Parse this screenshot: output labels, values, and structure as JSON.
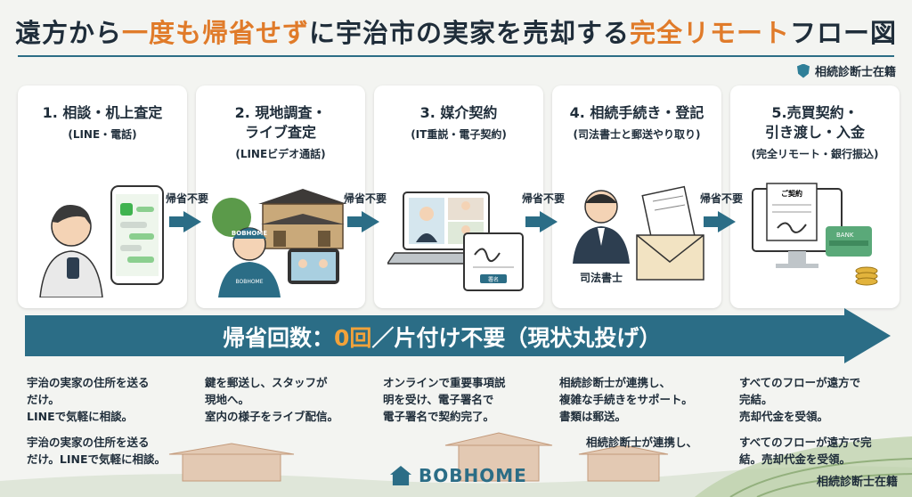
{
  "title": {
    "part1": "遠方から",
    "highlight1": "一度も帰省せず",
    "part2": "に宇治市の実家を売却する",
    "highlight2": "完全リモート",
    "part3": "フロー図"
  },
  "badge": "相続診断士在籍",
  "steps": [
    {
      "title": "1. 相談・机上査定",
      "sub": "(LINE・電話)"
    },
    {
      "title": "2. 現地調査・\nライブ査定",
      "sub": "(LINEビデオ通話)"
    },
    {
      "title": "3. 媒介契約",
      "sub": "(IT重説・電子契約)"
    },
    {
      "title": "4. 相続手続き・登記",
      "sub": "(司法書士と郵送やり取り)"
    },
    {
      "title": "5.売買契約・\n引き渡し・入金",
      "sub": "(完全リモート・銀行振込)"
    }
  ],
  "arrow_label": "帰省不要",
  "illustration_labels": {
    "hat": "BOBHOME",
    "sign": "署名",
    "scrivener": "司法書士",
    "contract": "ご契約",
    "bank": "BANK",
    "shirt": "BOBHOME"
  },
  "band": {
    "pre": "帰省回数：",
    "zero": "0回",
    "post": "／片付け不要（現状丸投げ）"
  },
  "desc": [
    [
      "宇治の実家の住所を送る\nだけ。\nLINEで気軽に相談。",
      "宇治の実家の住所を送る\nだけ。LINEで気軽に相談。"
    ],
    [
      "鍵を郵送し、スタッフが\n現地へ。\n室内の様子をライブ配信。"
    ],
    [
      "オンラインで重要事項説\n明を受け、電子署名で\n電子署名で契約完了。"
    ],
    [
      "相続診断士が連携し、\n複雑な手続きをサポート。\n書類は郵送。",
      "相続診断士が連携し、"
    ],
    [
      "すべてのフローが遠方で\n完結。\n売却代金を受領。",
      "すべてのフローが遠方で完\n結。売却代金を受領。"
    ]
  ],
  "logo": "BOBHOME",
  "footer": "相続診断士在籍",
  "colors": {
    "accent": "#e07b2a",
    "primary": "#2b6d86",
    "zero": "#f2a23a"
  }
}
